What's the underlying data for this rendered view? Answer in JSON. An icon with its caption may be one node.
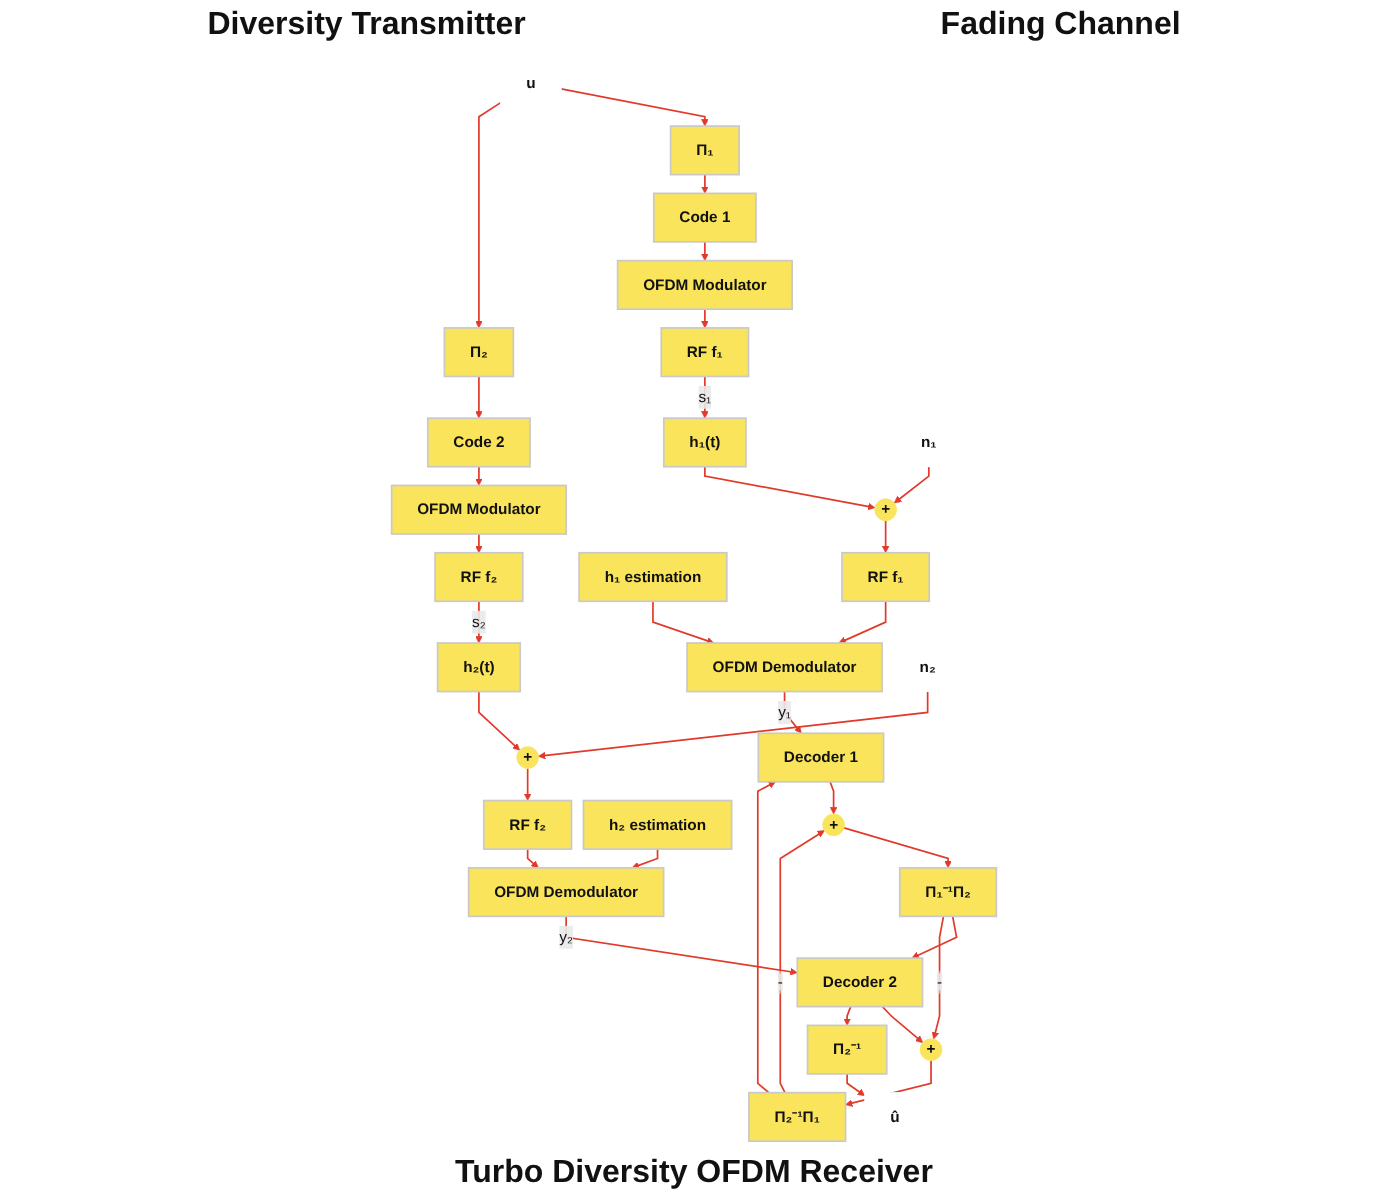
{
  "diagram": {
    "nodes": [
      {
        "text": [
          "u"
        ]
      },
      {
        "text": [
          "Π₁"
        ]
      },
      {
        "text": [
          "Code 1"
        ]
      },
      {
        "text": [
          "OFDM Modulator"
        ]
      },
      {
        "text": [
          "RF f₁"
        ]
      },
      {
        "text": [
          "Π₂"
        ]
      },
      {
        "text": [
          "Code 2"
        ]
      },
      {
        "text": [
          "OFDM Modulator"
        ]
      },
      {
        "text": [
          "RF f₂"
        ]
      },
      {
        "text": [
          "h₁(t)"
        ]
      },
      {
        "text": [
          "h₂(t)"
        ]
      },
      {
        "text": [
          "h₁ estimation"
        ]
      },
      {
        "text": [
          "+"
        ]
      },
      {
        "text": [
          "n₁"
        ]
      },
      {
        "text": [
          "RF f₁"
        ]
      },
      {
        "text": [
          "OFDM Demodulator"
        ]
      },
      {
        "text": [
          "Decoder 1"
        ]
      },
      {
        "text": [
          "+"
        ]
      },
      {
        "text": [
          "Π₁⁻¹Π₂"
        ]
      },
      {
        "text": [
          "h₂ estimation"
        ]
      },
      {
        "text": [
          "+"
        ]
      },
      {
        "text": [
          "n₂"
        ]
      },
      {
        "text": [
          "RF f₂"
        ]
      },
      {
        "text": [
          "OFDM Demodulator"
        ]
      },
      {
        "text": [
          "Decoder 2"
        ]
      },
      {
        "text": [
          "+"
        ]
      },
      {
        "text": [
          "Π₂⁻¹Π₁"
        ]
      },
      {
        "text": [
          "Π₂⁻¹"
        ]
      },
      {
        "text": [
          "û"
        ]
      }
    ],
    "edges": [
      {
        "from": 0,
        "to": 1,
        "arrow": "to"
      },
      {
        "from": 0,
        "to": 5,
        "arrow": "to"
      },
      {
        "from": 1,
        "to": 2,
        "arrow": "to"
      },
      {
        "from": 2,
        "to": 3,
        "arrow": "to"
      },
      {
        "from": 3,
        "to": 4,
        "arrow": "to"
      },
      {
        "from": 4,
        "to": 9,
        "arrow": "to",
        "label": "s₁"
      },
      {
        "from": 5,
        "to": 6,
        "arrow": "to"
      },
      {
        "from": 6,
        "to": 7,
        "arrow": "to"
      },
      {
        "from": 7,
        "to": 8,
        "arrow": "to"
      },
      {
        "from": 8,
        "to": 10,
        "arrow": "to",
        "label": "s₂"
      },
      {
        "from": 9,
        "to": 12,
        "arrow": "to"
      },
      {
        "from": 13,
        "to": 12,
        "arrow": "to"
      },
      {
        "from": 12,
        "to": 14,
        "arrow": "to"
      },
      {
        "from": 14,
        "to": 15,
        "arrow": "to"
      },
      {
        "from": 11,
        "to": 15,
        "arrow": "to"
      },
      {
        "from": 15,
        "to": 16,
        "arrow": "to",
        "label": "y₁"
      },
      {
        "from": 16,
        "to": 17,
        "arrow": "to"
      },
      {
        "from": 17,
        "to": 18,
        "arrow": "to"
      },
      {
        "from": 26,
        "to": 16,
        "arrow": "to"
      },
      {
        "from": 26,
        "to": 17,
        "arrow": "to",
        "label": "-"
      },
      {
        "from": 10,
        "to": 20,
        "arrow": "to"
      },
      {
        "from": 21,
        "to": 20,
        "arrow": "to"
      },
      {
        "from": 20,
        "to": 22,
        "arrow": "to"
      },
      {
        "from": 22,
        "to": 23,
        "arrow": "to"
      },
      {
        "from": 19,
        "to": 23,
        "arrow": "to"
      },
      {
        "from": 23,
        "to": 24,
        "arrow": "to",
        "label": "y₂"
      },
      {
        "from": 24,
        "to": 25,
        "arrow": "to"
      },
      {
        "from": 25,
        "to": 26,
        "arrow": "to"
      },
      {
        "from": 18,
        "to": 24,
        "arrow": "to"
      },
      {
        "from": 18,
        "to": 25,
        "arrow": "to",
        "label": "-"
      },
      {
        "from": 24,
        "to": 27,
        "arrow": "to"
      },
      {
        "from": 27,
        "to": 28,
        "arrow": "to"
      }
    ],
    "labels": [
      "Diversity Transmitter",
      "Fading Channel",
      "Turbo Diversity OFDM Receiver"
    ]
  }
}
